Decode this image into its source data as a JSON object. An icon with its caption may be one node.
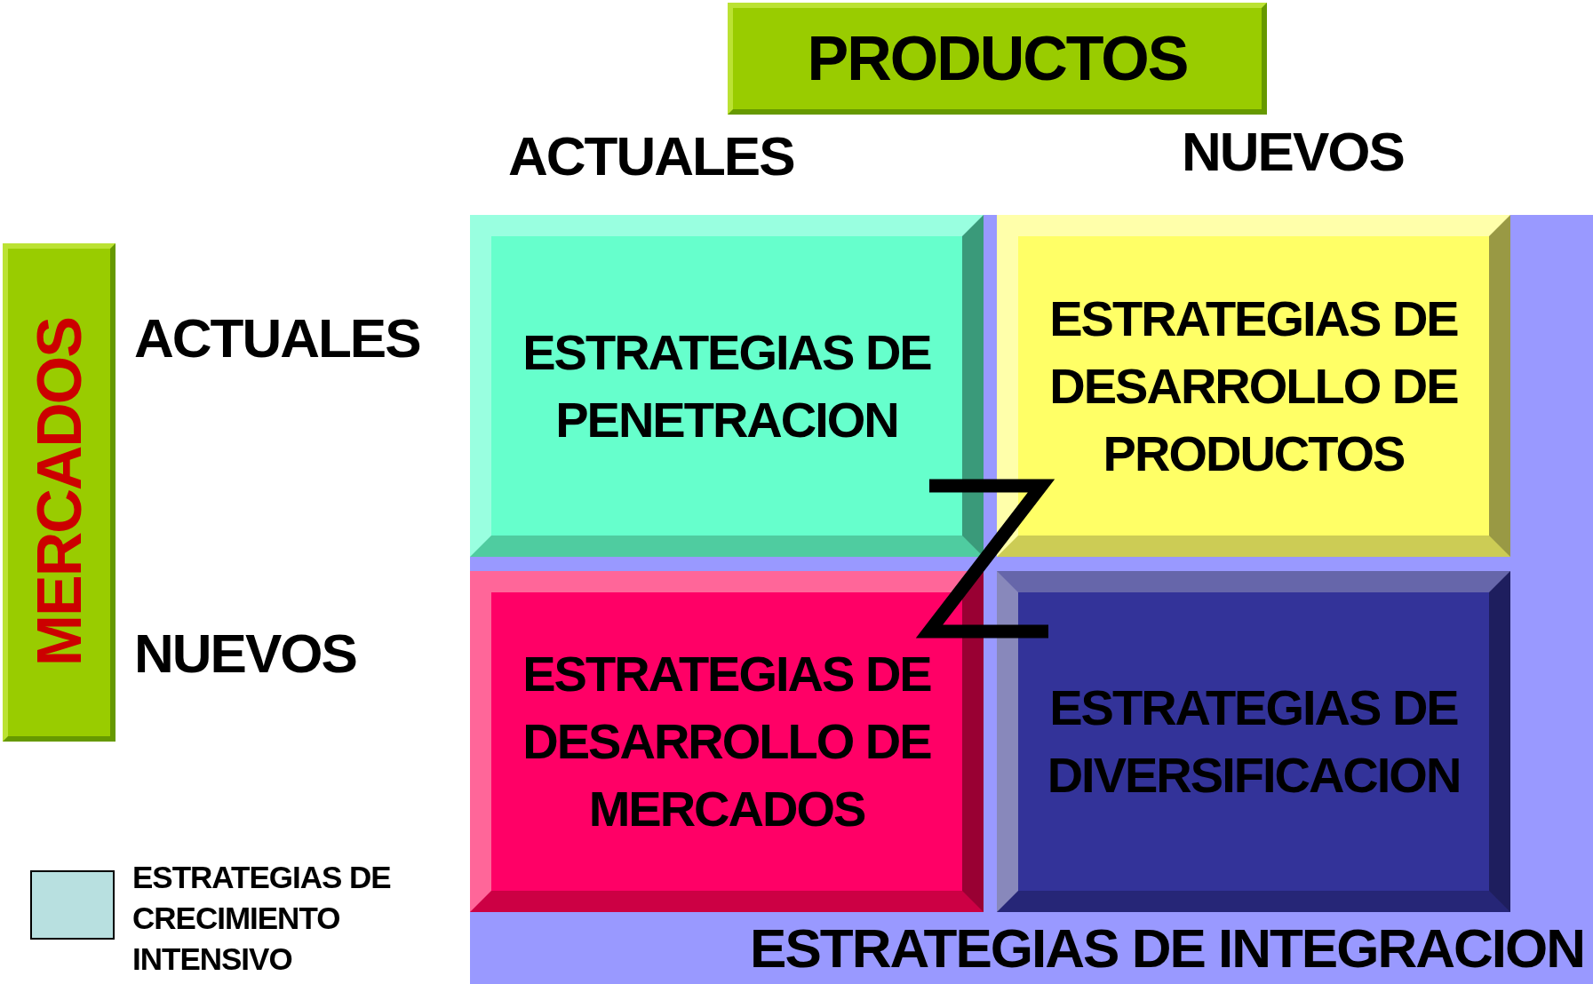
{
  "diagram": {
    "nodes": [
      {
        "text": [
          "PRODUCTOS"
        ]
      },
      {
        "text": [
          "MERCADOS"
        ]
      },
      {
        "text": [
          "ESTRATEGIAS DE INTEGRACION"
        ]
      },
      {
        "text": [
          "ESTRATEGIAS DE PENETRACION"
        ],
        "in": 2
      },
      {
        "text": [
          "ESTRATEGIAS DE DESARROLLO DE PRODUCTOS"
        ],
        "in": 2
      },
      {
        "text": [
          "ESTRATEGIAS DE DESARROLLO DE MERCADOS"
        ],
        "in": 2
      },
      {
        "text": [
          "ESTRATEGIAS DE DIVERSIFICACION"
        ],
        "in": 2
      }
    ],
    "edges": [],
    "labels": [
      "ACTUALES",
      "NUEVOS",
      "ACTUALES",
      "NUEVOS"
    ],
    "legend": [
      {
        "text": "ESTRATEGIAS DE CRECIMIENTO INTENSIVO",
        "color": "#b8e0e0"
      }
    ]
  }
}
